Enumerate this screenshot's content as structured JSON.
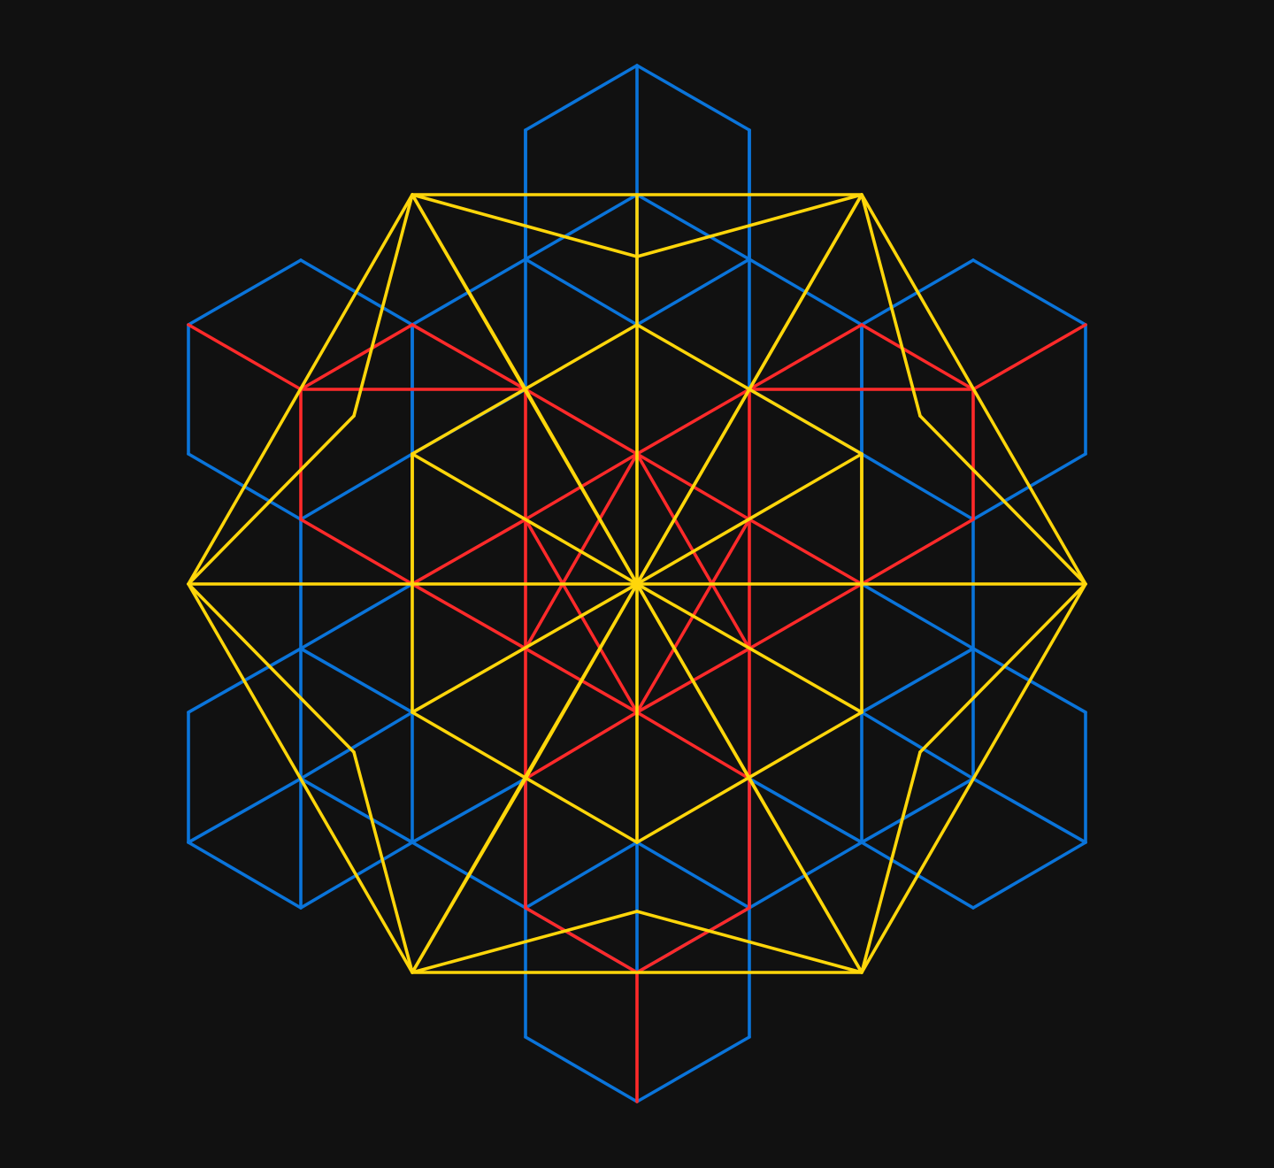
{
  "figure": {
    "background": "#111111",
    "colors": {
      "blue": "#0A74DA",
      "red": "#FF2A2A",
      "yellow": "#FFD60A"
    },
    "layers": [
      {
        "name": "blue-hexagon-lattice",
        "color": "blue"
      },
      {
        "name": "red-hexagon-lattice",
        "color": "red"
      },
      {
        "name": "yellow-star-framework",
        "color": "yellow"
      }
    ]
  }
}
